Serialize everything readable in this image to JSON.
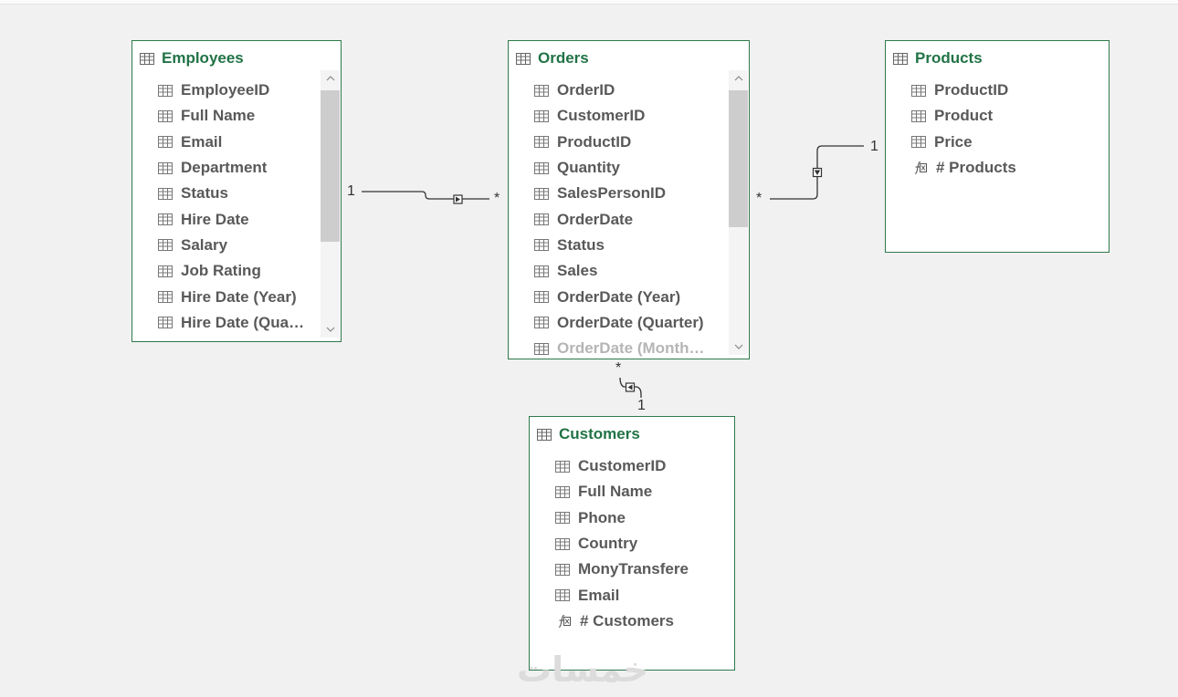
{
  "tables": {
    "employees": {
      "title": "Employees",
      "fields": [
        {
          "name": "EmployeeID",
          "kind": "column"
        },
        {
          "name": "Full Name",
          "kind": "column"
        },
        {
          "name": "Email",
          "kind": "column"
        },
        {
          "name": "Department",
          "kind": "column"
        },
        {
          "name": "Status",
          "kind": "column"
        },
        {
          "name": "Hire Date",
          "kind": "column"
        },
        {
          "name": "Salary",
          "kind": "column"
        },
        {
          "name": "Job Rating",
          "kind": "column"
        },
        {
          "name": "Hire Date (Year)",
          "kind": "column"
        },
        {
          "name": "Hire Date (Qua…",
          "kind": "column"
        }
      ]
    },
    "orders": {
      "title": "Orders",
      "fields": [
        {
          "name": "OrderID",
          "kind": "column"
        },
        {
          "name": "CustomerID",
          "kind": "column"
        },
        {
          "name": "ProductID",
          "kind": "column"
        },
        {
          "name": "Quantity",
          "kind": "column"
        },
        {
          "name": "SalesPersonID",
          "kind": "column"
        },
        {
          "name": "OrderDate",
          "kind": "column"
        },
        {
          "name": "Status",
          "kind": "column"
        },
        {
          "name": "Sales",
          "kind": "column"
        },
        {
          "name": "OrderDate (Year)",
          "kind": "column"
        },
        {
          "name": "OrderDate (Quarter)",
          "kind": "column"
        },
        {
          "name": "OrderDate (Month…",
          "kind": "column",
          "faded": true
        }
      ]
    },
    "products": {
      "title": "Products",
      "fields": [
        {
          "name": "ProductID",
          "kind": "column"
        },
        {
          "name": "Product",
          "kind": "column"
        },
        {
          "name": "Price",
          "kind": "column"
        },
        {
          "name": "# Products",
          "kind": "measure"
        }
      ]
    },
    "customers": {
      "title": "Customers",
      "fields": [
        {
          "name": "CustomerID",
          "kind": "column"
        },
        {
          "name": "Full Name",
          "kind": "column"
        },
        {
          "name": "Phone",
          "kind": "column"
        },
        {
          "name": "Country",
          "kind": "column"
        },
        {
          "name": "MonyTransfere",
          "kind": "column"
        },
        {
          "name": "Email",
          "kind": "column"
        },
        {
          "name": "# Customers",
          "kind": "measure"
        }
      ]
    }
  },
  "relationships": [
    {
      "from": "Employees",
      "to": "Orders",
      "from_cardinality": "1",
      "to_cardinality": "*"
    },
    {
      "from": "Products",
      "to": "Orders",
      "from_cardinality": "1",
      "to_cardinality": "*"
    },
    {
      "from": "Customers",
      "to": "Orders",
      "from_cardinality": "1",
      "to_cardinality": "*"
    }
  ],
  "watermark": "خمسات",
  "colors": {
    "background": "#f1f1f1",
    "table_border": "#2f7a4b",
    "table_title": "#217346",
    "field_text": "#595959",
    "faded_field_text": "#b5b5b5",
    "relationship_line": "#333333"
  }
}
